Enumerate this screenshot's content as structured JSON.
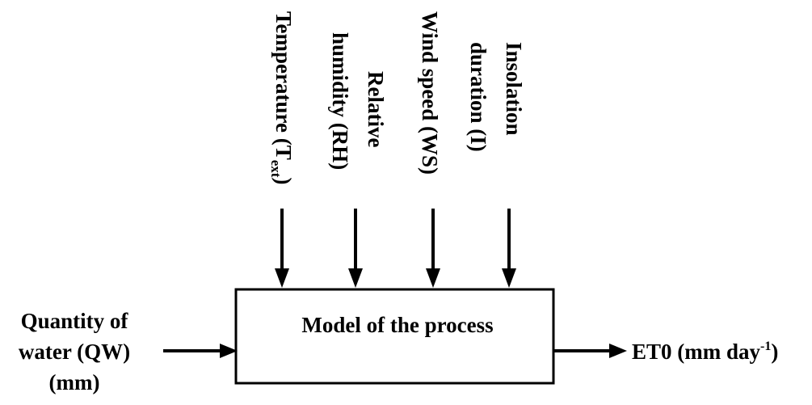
{
  "process_box": {
    "label": "Model of the process"
  },
  "inputs_top": {
    "temperature": {
      "line1_main": "Temperature (T",
      "line1_sub": "ext",
      "line1_close": ")"
    },
    "relative_humidity": {
      "line1": "Relative",
      "line2": "humidity (RH)"
    },
    "wind_speed": {
      "line1": "Wind speed (WS)"
    },
    "insolation": {
      "line1": "Insolation",
      "line2": "duration  (I)"
    }
  },
  "input_left": {
    "line1": "Quantity of",
    "line2": "water (QW)",
    "line3": "(mm)"
  },
  "output_right": {
    "main": "ET0 (mm day",
    "sup": "-1",
    "close": ")"
  }
}
